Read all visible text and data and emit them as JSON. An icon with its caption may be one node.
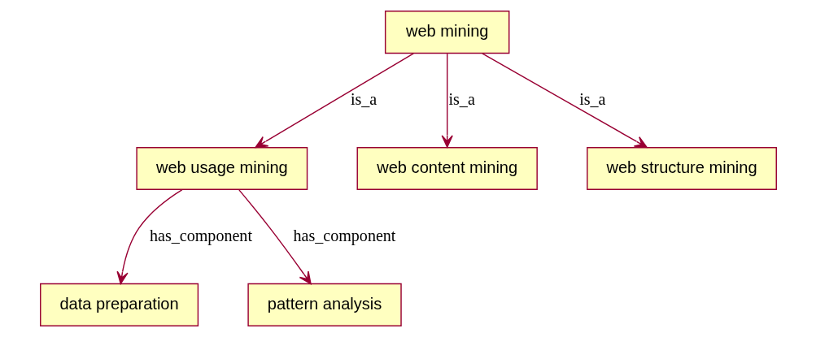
{
  "diagram": {
    "nodes": [
      {
        "text": [
          "web mining"
        ]
      },
      {
        "text": [
          "web usage mining"
        ]
      },
      {
        "text": [
          "web content mining"
        ]
      },
      {
        "text": [
          "web structure mining"
        ]
      },
      {
        "text": [
          "data preparation"
        ]
      },
      {
        "text": [
          "pattern analysis"
        ]
      }
    ],
    "edges": [
      {
        "from": 0,
        "to": 1,
        "arrow": "to",
        "label": "is_a"
      },
      {
        "from": 0,
        "to": 3,
        "arrow": "to",
        "label": "is_a"
      },
      {
        "from": 0,
        "to": 2,
        "arrow": "to",
        "label": "is_a"
      },
      {
        "from": 1,
        "to": 4,
        "arrow": "to",
        "label": "has_component"
      },
      {
        "from": 1,
        "to": 5,
        "arrow": "to",
        "label": "has_component"
      }
    ]
  }
}
